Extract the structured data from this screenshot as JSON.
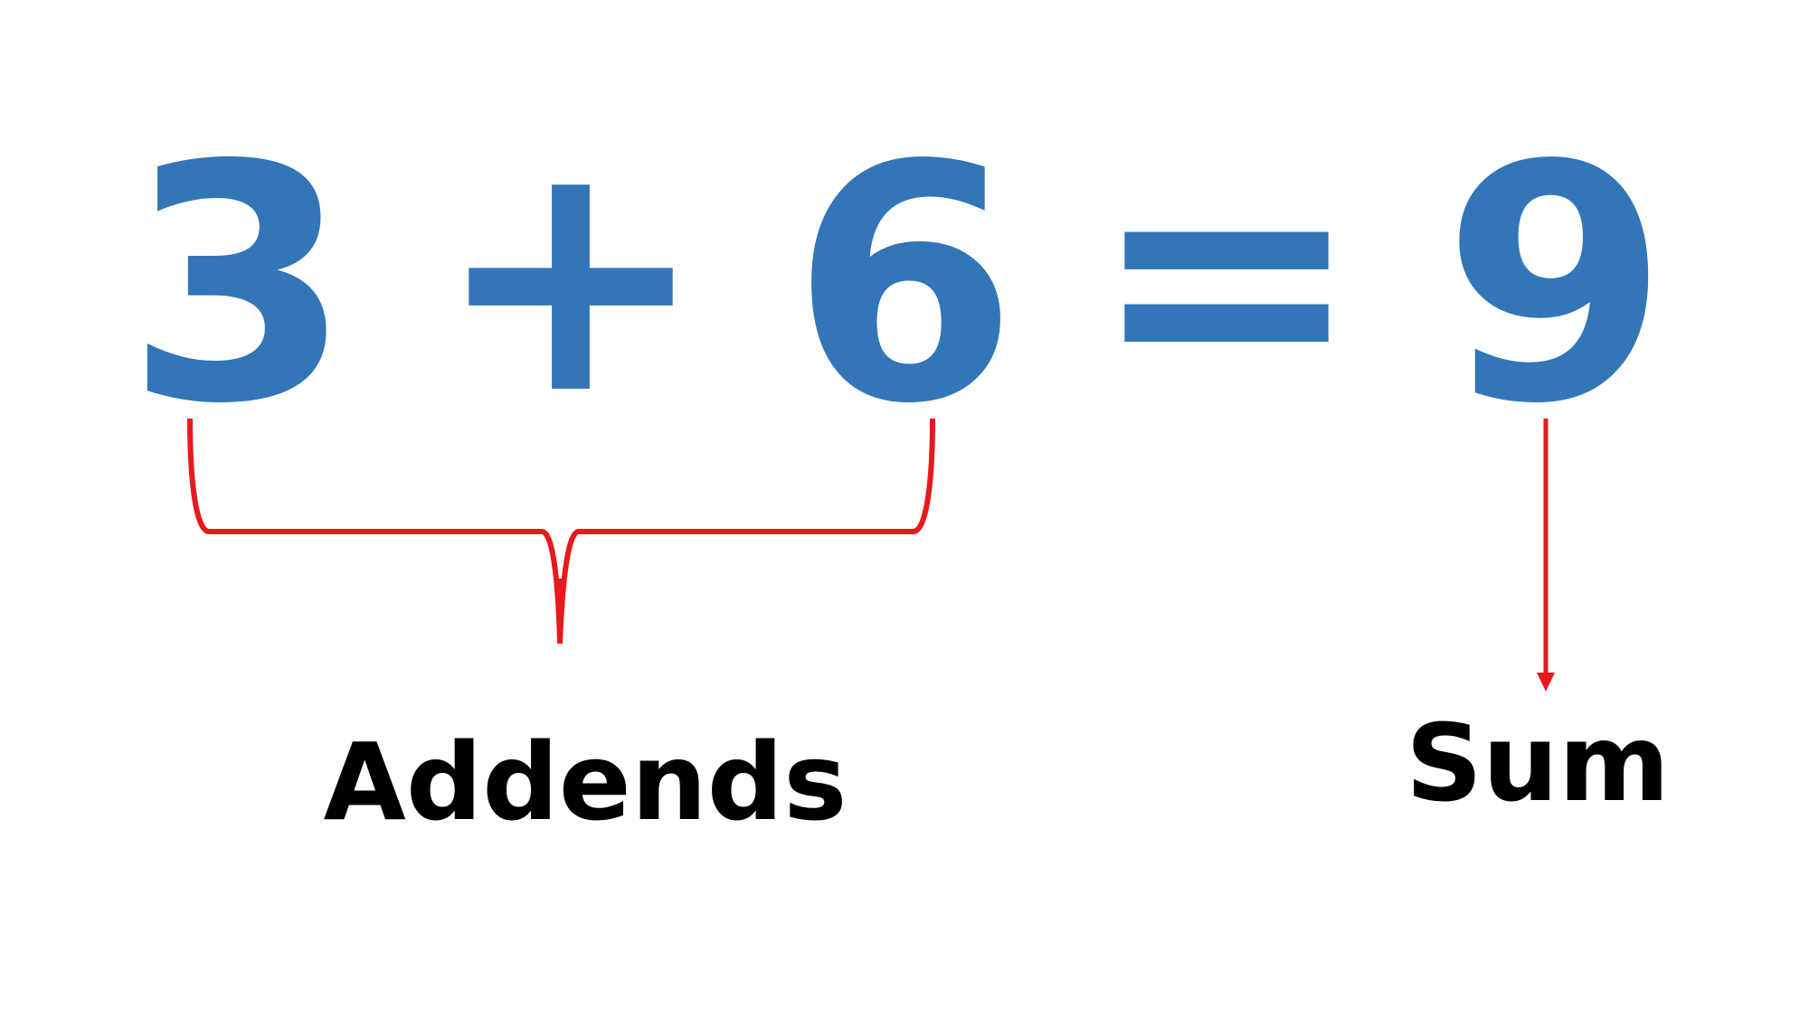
{
  "equation": {
    "addend_1": "3",
    "plus": "+",
    "addend_2": "6",
    "equals": "=",
    "sum": "9"
  },
  "labels": {
    "addends": "Addends",
    "sum": "Sum"
  },
  "colors": {
    "number": "#3276b7",
    "label": "#000000",
    "bracket": "#e8191c"
  }
}
